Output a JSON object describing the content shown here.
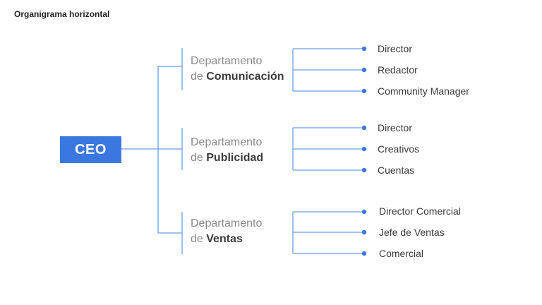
{
  "title": "Organigrama horizontal",
  "ceo": "CEO",
  "colors": {
    "accent": "#3a78e0",
    "line": "#6f9ee8"
  },
  "departments": [
    {
      "prefix": "Departamento",
      "de": "de",
      "name": "Comunicación",
      "roles": [
        "Director",
        "Redactor",
        "Community Manager"
      ]
    },
    {
      "prefix": "Departamento",
      "de": "de",
      "name": "Publicidad",
      "roles": [
        "Director",
        "Creativos",
        "Cuentas"
      ]
    },
    {
      "prefix": "Departamento",
      "de": "de",
      "name": "Ventas",
      "roles": [
        "Director Comercial",
        "Jefe de Ventas",
        "Comercial"
      ]
    }
  ]
}
